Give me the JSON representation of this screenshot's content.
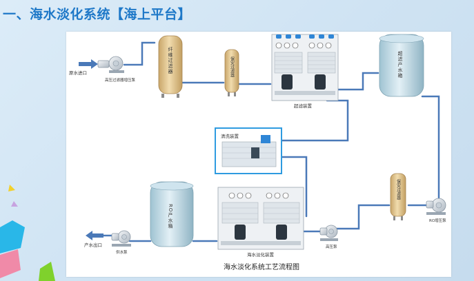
{
  "page_title": "一、海水淡化系统【海上平台】",
  "diagram": {
    "caption": "海水淡化系统工艺流程图",
    "labels": {
      "seawater_inlet": "原水进口",
      "high_pressure_pump_1": "高压过滤器增压泵",
      "fiber_filter": "纤维过滤器",
      "security_filter_1": "保安过滤器",
      "uf_unit": "超滤装置",
      "uf_tank": "超滤产水箱",
      "cleaning_unit": "清洗装置",
      "security_filter_2": "保安过滤器",
      "ro_booster_pump": "RO增压泵",
      "ro_tank": "RO产水箱",
      "product_outlet": "产水出口",
      "supply_pump": "供水泵",
      "desal_unit": "海水淡化装置",
      "high_pressure_pump_2": "高压泵"
    }
  },
  "colors": {
    "title": "#1e78c8",
    "pipe": "#4a79b8",
    "tank_light": "#d6e8f0",
    "tank_dark": "#8fb7c8",
    "filter_tan": "#e2c795",
    "cleaning_border": "#2e9be0"
  }
}
